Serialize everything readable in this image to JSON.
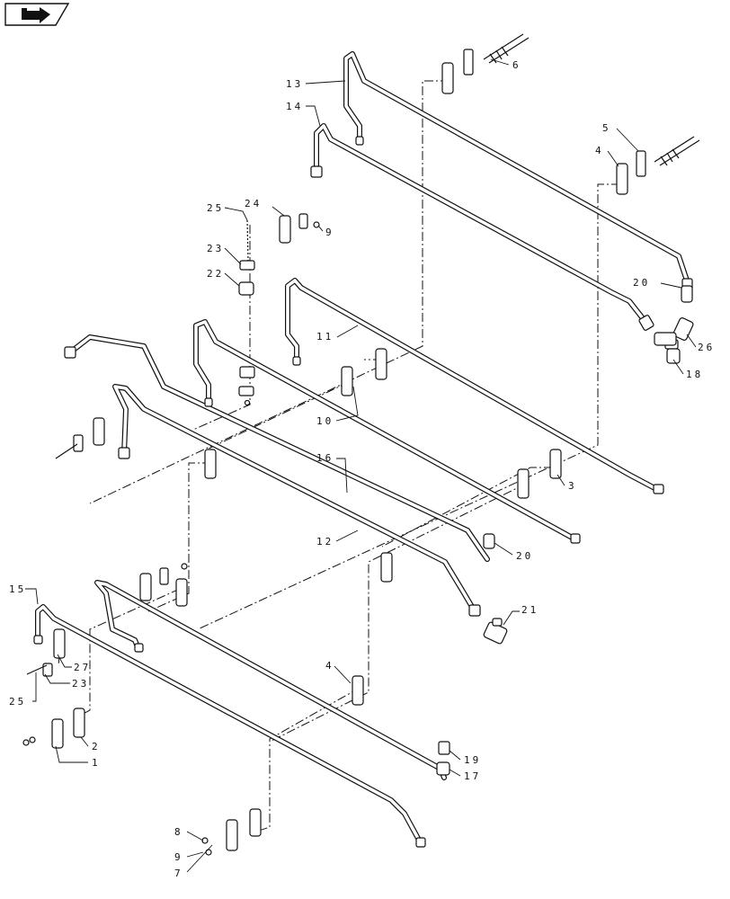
{
  "callouts": [
    {
      "id": "c13",
      "text": "13"
    },
    {
      "id": "c14",
      "text": "14"
    },
    {
      "id": "c6",
      "text": "6"
    },
    {
      "id": "c5",
      "text": "5"
    },
    {
      "id": "c4a",
      "text": "4"
    },
    {
      "id": "c25a",
      "text": "25"
    },
    {
      "id": "c24",
      "text": "24"
    },
    {
      "id": "c9a",
      "text": "9"
    },
    {
      "id": "c23a",
      "text": "23"
    },
    {
      "id": "c22",
      "text": "22"
    },
    {
      "id": "c20a",
      "text": "20"
    },
    {
      "id": "c11",
      "text": "11"
    },
    {
      "id": "c26",
      "text": "26"
    },
    {
      "id": "c18",
      "text": "18"
    },
    {
      "id": "c10",
      "text": "10"
    },
    {
      "id": "c3",
      "text": "3"
    },
    {
      "id": "c16",
      "text": "16"
    },
    {
      "id": "c12",
      "text": "12"
    },
    {
      "id": "c20b",
      "text": "20"
    },
    {
      "id": "c21",
      "text": "21"
    },
    {
      "id": "c15",
      "text": "15"
    },
    {
      "id": "c27",
      "text": "27"
    },
    {
      "id": "c23b",
      "text": "23"
    },
    {
      "id": "c25b",
      "text": "25"
    },
    {
      "id": "c4b",
      "text": "4"
    },
    {
      "id": "c2",
      "text": "2"
    },
    {
      "id": "c1",
      "text": "1"
    },
    {
      "id": "c19",
      "text": "19"
    },
    {
      "id": "c17",
      "text": "17"
    },
    {
      "id": "c8",
      "text": "8"
    },
    {
      "id": "c9b",
      "text": "9"
    },
    {
      "id": "c7",
      "text": "7"
    }
  ],
  "icons": {
    "nav": "page-navigation-icon"
  }
}
